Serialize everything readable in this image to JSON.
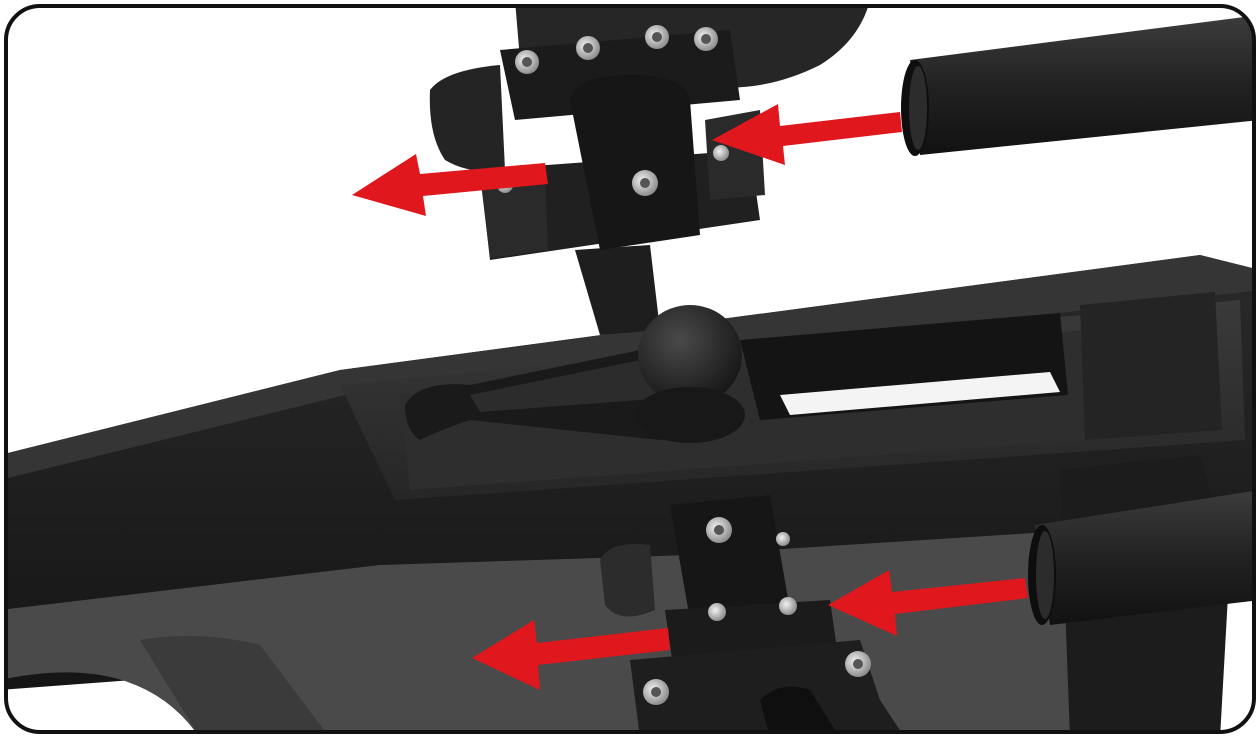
{
  "image": {
    "kind": "product-assembly-illustration",
    "subject": "mounting-bracket-with-tube-clamps",
    "caption": "",
    "colors": {
      "background": "#ffffff",
      "border": "#111111",
      "metal_dark": "#1c1c1c",
      "metal_mid": "#2b2b2b",
      "metal_light": "#3a3a3a",
      "arrow": "#e0171d",
      "bolt": "#c9c9c9"
    },
    "arrows": [
      {
        "name": "upper-right-arrow",
        "direction": "left"
      },
      {
        "name": "upper-left-arrow",
        "direction": "left"
      },
      {
        "name": "lower-right-arrow",
        "direction": "left"
      },
      {
        "name": "lower-left-arrow",
        "direction": "left"
      }
    ]
  }
}
